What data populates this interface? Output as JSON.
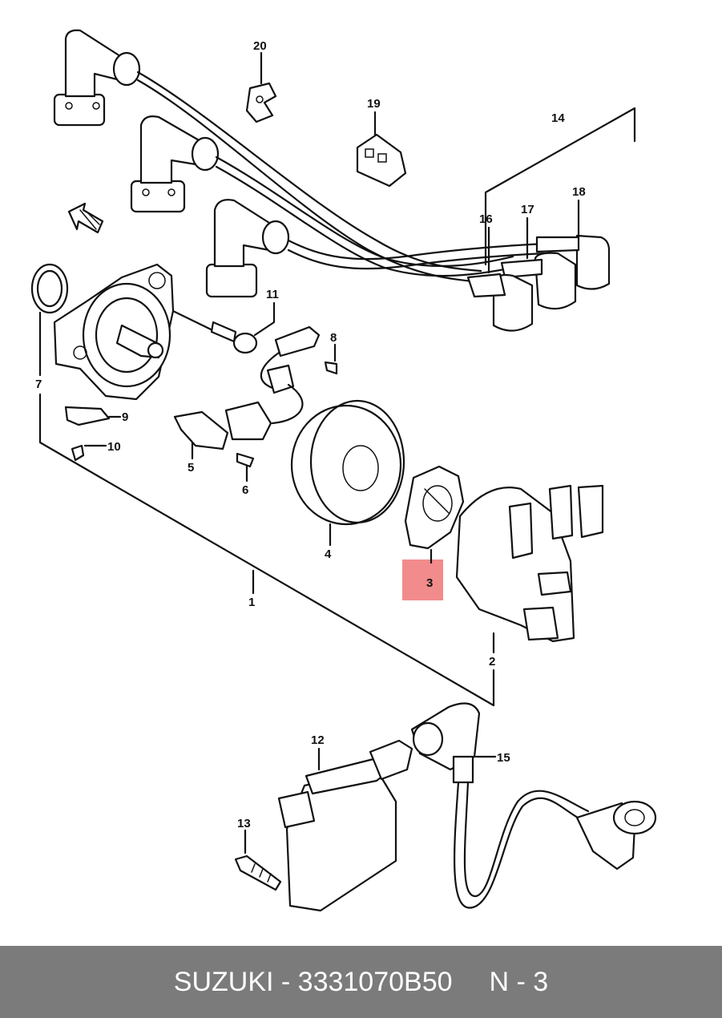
{
  "colors": {
    "footer_bg": "#7b7b7b",
    "footer_text": "#ffffff",
    "highlight": "#f28b8b",
    "line": "#111111"
  },
  "diagram": {
    "labels": [
      "1",
      "2",
      "3",
      "4",
      "5",
      "6",
      "7",
      "8",
      "9",
      "10",
      "11",
      "12",
      "13",
      "14",
      "15",
      "16",
      "17",
      "18",
      "19",
      "20"
    ],
    "highlighted_part": "3",
    "direction_arrow": "front-arrow-icon"
  },
  "footer": {
    "brand_part": "SUZUKI - 3331070B50",
    "ref": "N - 3"
  }
}
